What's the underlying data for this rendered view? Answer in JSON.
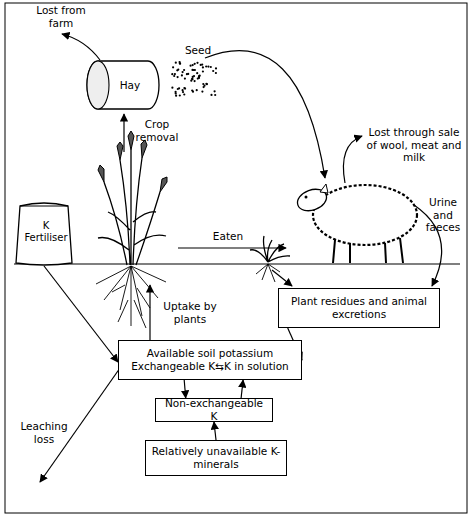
{
  "diagram": {
    "nodes": [
      {
        "text": [
          "Hay"
        ]
      },
      {
        "text": [
          "K Fertiliser"
        ]
      },
      {
        "text": [
          "Plant residues and animal excretions"
        ]
      },
      {
        "text": [
          "Available soil potassium",
          "Exchangeable K⇆K in solution"
        ]
      },
      {
        "text": [
          "Non-exchangeable K"
        ]
      },
      {
        "text": [
          "Relatively unavailable K-minerals"
        ]
      }
    ],
    "edges": [
      {
        "from": 1,
        "to": 3,
        "arrow": "to"
      },
      {
        "from": 2,
        "to": 3,
        "arrow": "to"
      },
      {
        "from": 3,
        "to": 4,
        "arrow": "to"
      },
      {
        "from": 4,
        "to": 3,
        "arrow": "to"
      },
      {
        "from": 5,
        "to": 4,
        "arrow": "to"
      }
    ],
    "labels": [
      "Lost from farm",
      "Seed",
      "Crop removal",
      "Lost through sale of wool, meat and milk",
      "Eaten",
      "Urine and faeces",
      "Uptake by plants",
      "Leaching loss"
    ]
  }
}
